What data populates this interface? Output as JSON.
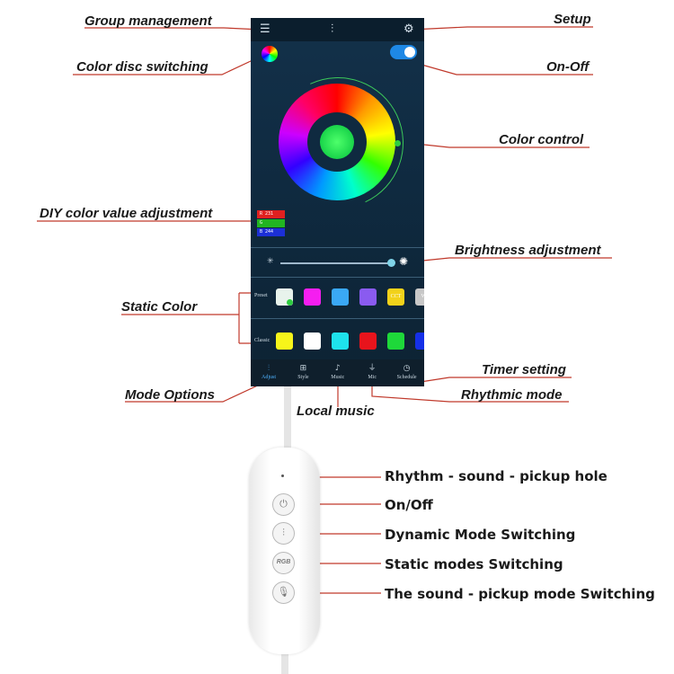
{
  "callouts": {
    "group_management": "Group management",
    "setup": "Setup",
    "color_disc_switching": "Color disc switching",
    "on_off": "On-Off",
    "color_control": "Color control",
    "diy_color": "DIY color value adjustment",
    "brightness": "Brightness adjustment",
    "static_color": "Static Color",
    "timer_setting": "Timer setting",
    "mode_options": "Mode Options",
    "rhythmic_mode": "Rhythmic mode",
    "local_music": "Local music"
  },
  "remote_callouts": {
    "pickup_hole": "Rhythm - sound - pickup hole",
    "on_off": "On/Off",
    "dynamic_mode": "Dynamic Mode Switching",
    "static_modes": "Static modes Switching",
    "sound_pickup": "The sound - pickup mode Switching"
  },
  "app": {
    "rgb": [
      {
        "label": "R",
        "value": "231",
        "color": "#e02020"
      },
      {
        "label": "G",
        "value": "",
        "color": "#21b521"
      },
      {
        "label": "B",
        "value": "244",
        "color": "#1c2fd6"
      }
    ],
    "preset_label": "Preset",
    "classic_label": "Classic",
    "preset_swatches": [
      {
        "color": "#e8f3ec",
        "text": ""
      },
      {
        "color": "#f51ef0",
        "text": ""
      },
      {
        "color": "#3aa8f5",
        "text": ""
      },
      {
        "color": "#8a5bf0",
        "text": ""
      },
      {
        "color": "#f2d21a",
        "text": "CCT"
      },
      {
        "color": "#c8c8c8",
        "text": "W"
      }
    ],
    "classic_swatches": [
      {
        "color": "#f7f51a"
      },
      {
        "color": "#ffffff"
      },
      {
        "color": "#1ee3ec"
      },
      {
        "color": "#e8141c"
      },
      {
        "color": "#1ed83a"
      },
      {
        "color": "#1530e8"
      }
    ],
    "tabs": [
      {
        "label": "Adjust",
        "icon": "⫶",
        "active": true
      },
      {
        "label": "Style",
        "icon": "⊞",
        "active": false
      },
      {
        "label": "Music",
        "icon": "♪",
        "active": false
      },
      {
        "label": "Mic",
        "icon": "⏚",
        "active": false
      },
      {
        "label": "Schedule",
        "icon": "◷",
        "active": false
      }
    ],
    "accent_color": "#4fb3ff",
    "toggle_color": "#1e88e5"
  },
  "remote_buttons": {
    "power_icon": "⏻",
    "mode_icon": "⫶",
    "rgb_label": "RGB",
    "mic_icon": "🎙"
  }
}
